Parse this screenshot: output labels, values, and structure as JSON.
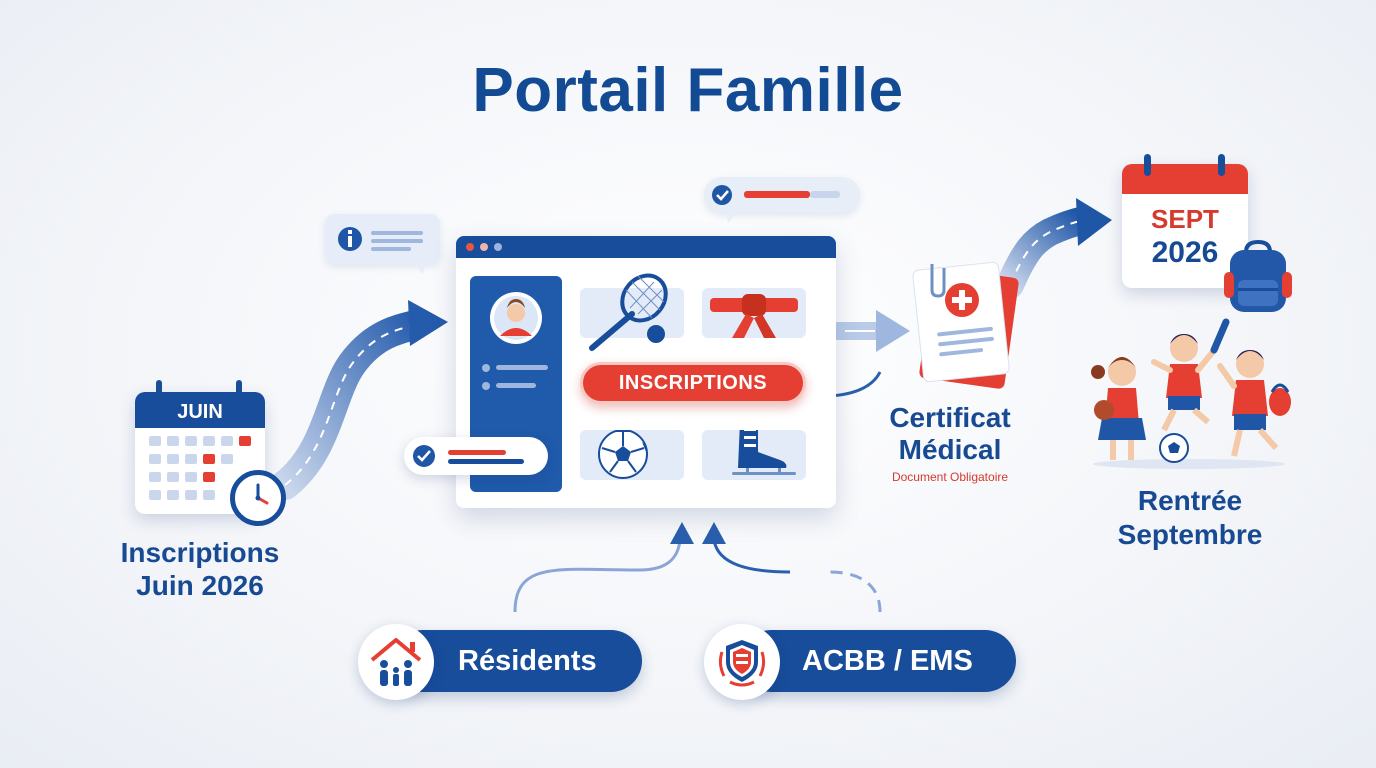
{
  "title": "Portail Famille",
  "portal": {
    "button_label": "INSCRIPTIONS"
  },
  "steps": {
    "inscriptions": {
      "calendar_month": "JUIN",
      "label_line1": "Inscriptions",
      "label_line2": "Juin 2026"
    },
    "certificat": {
      "label_line1": "Certificat",
      "label_line2": "Médical",
      "sublabel": "Document Obligatoire"
    },
    "rentree": {
      "calendar_month": "SEPT",
      "calendar_year": "2026",
      "label_line1": "Rentrée",
      "label_line2": "Septembre"
    }
  },
  "sources": [
    {
      "label": "Résidents",
      "icon": "family-house-icon"
    },
    {
      "label": "ACBB / EMS",
      "icon": "club-shield-icon"
    }
  ],
  "colors": {
    "primary": "#184d9b",
    "accent": "#e43f32",
    "light": "#e3ebf8"
  }
}
